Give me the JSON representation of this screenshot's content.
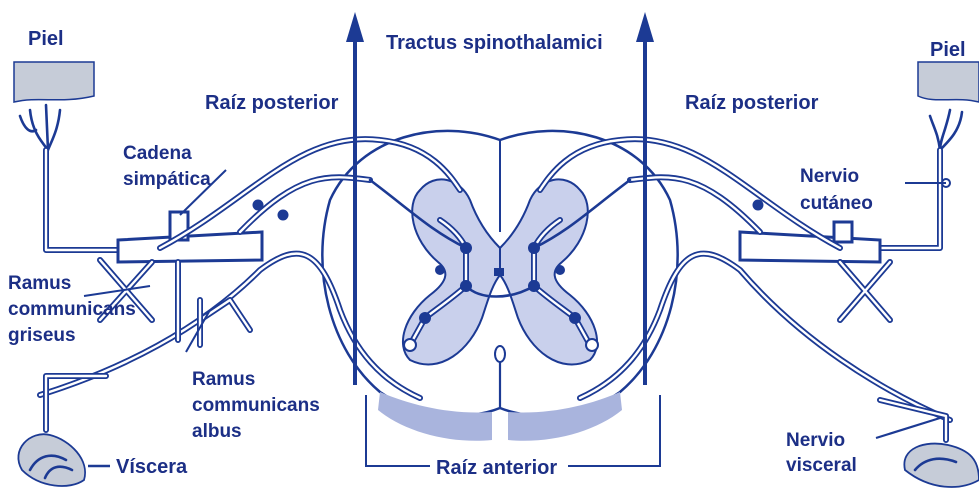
{
  "labels": {
    "tract": "Tractus spinothalamici",
    "piel_left": "Piel",
    "piel_right": "Piel",
    "raiz_posterior_left": "Raíz posterior",
    "raiz_posterior_right": "Raíz posterior",
    "cadena_1": "Cadena",
    "cadena_2": "simpática",
    "nervio_cutaneo_1": "Nervio",
    "nervio_cutaneo_2": "cutáneo",
    "ramus_griseus_1": "Ramus",
    "ramus_griseus_2": "communicans",
    "ramus_griseus_3": "griseus",
    "ramus_albus_1": "Ramus",
    "ramus_albus_2": "communicans",
    "ramus_albus_3": "albus",
    "viscera": "Víscera",
    "raiz_anterior": "Raíz anterior",
    "nervio_visceral_1": "Nervio",
    "nervio_visceral_2": "visceral"
  },
  "colors": {
    "ink": "#1c3a94",
    "label": "#1c2f86",
    "grey_matter": "#c9d0ec",
    "anterior_horn": "#a9b4dd",
    "skin": "#c6ccd8"
  }
}
